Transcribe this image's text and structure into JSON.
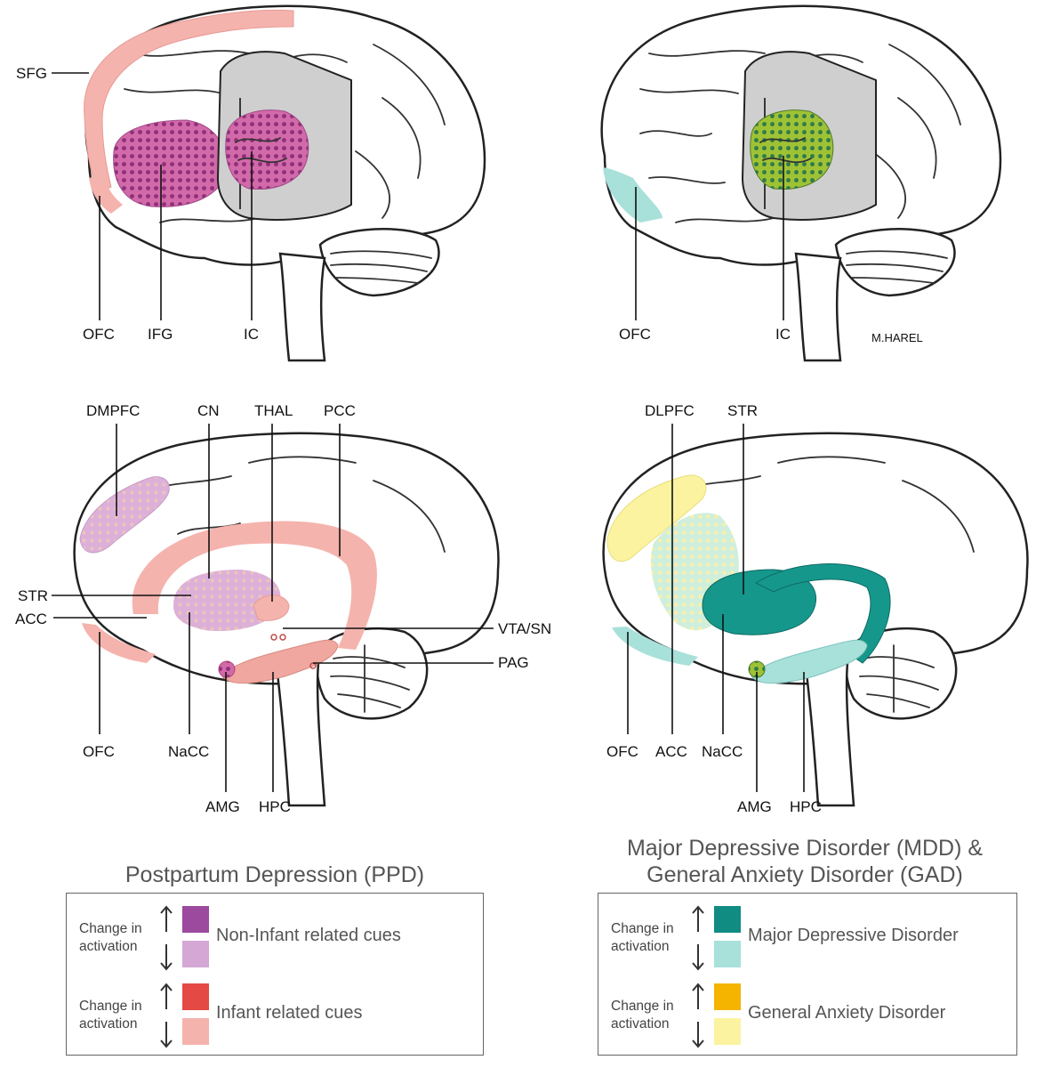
{
  "top_left": {
    "labels": [
      "SFG",
      "OFC",
      "IFG",
      "IC"
    ],
    "colors": {
      "pink_light": "#f5b3ad",
      "magenta": "#c0589a",
      "magenta_dots": "#8e2f7a"
    }
  },
  "top_right": {
    "labels": [
      "OFC",
      "IC"
    ],
    "signature": "M.HAREL",
    "colors": {
      "teal_light": "#a8e0da",
      "olive": "#8bb52a",
      "olive_dots": "#2d7a4a"
    }
  },
  "bottom_left": {
    "labels": [
      "DMPFC",
      "CN",
      "THAL",
      "PCC",
      "STR",
      "ACC",
      "VTA/SN",
      "PAG",
      "OFC",
      "NaCC",
      "AMG",
      "HPC"
    ]
  },
  "bottom_right": {
    "labels": [
      "DLPFC",
      "STR",
      "OFC",
      "ACC",
      "NaCC",
      "AMG",
      "HPC"
    ],
    "colors": {
      "teal_dark": "#16978c",
      "yellow_light": "#fbf3a0"
    }
  },
  "ppd_legend": {
    "title": "Postpartum Depression (PPD)",
    "rows": [
      {
        "change_label_1": "Change in",
        "change_label_2": "activation",
        "label": "Non-Infant related cues",
        "up_color": "#9b4a9e",
        "down_color": "#d5a7d5"
      },
      {
        "change_label_1": "Change in",
        "change_label_2": "activation",
        "label": "Infant related cues",
        "up_color": "#e44a43",
        "down_color": "#f5b3ad"
      }
    ]
  },
  "mdd_legend": {
    "title_line1": "Major Depressive Disorder (MDD) &",
    "title_line2": "General Anxiety Disorder (GAD)",
    "rows": [
      {
        "change_label_1": "Change in",
        "change_label_2": "activation",
        "label": "Major Depressive Disorder",
        "up_color": "#118c83",
        "down_color": "#a7e1da"
      },
      {
        "change_label_1": "Change in",
        "change_label_2": "activation",
        "label": "General Anxiety Disorder",
        "up_color": "#f4b400",
        "down_color": "#fbf3a0"
      }
    ]
  }
}
